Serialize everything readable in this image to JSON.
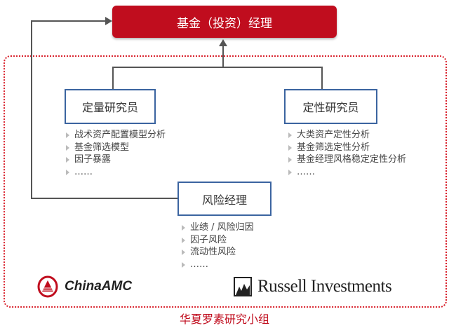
{
  "top_box": "基金（投资）经理",
  "quant": {
    "title": "定量研究员",
    "items": [
      "战术资产配置模型分析",
      "基金筛选模型",
      "因子暴露",
      "……"
    ]
  },
  "qual": {
    "title": "定性研究员",
    "items": [
      "大类资产定性分析",
      "基金筛选定性分析",
      "基金经理风格稳定定性分析",
      "……"
    ]
  },
  "risk": {
    "title": "风险经理",
    "items": [
      "业绩 / 风险归因",
      "因子风险",
      "流动性风险",
      "……"
    ]
  },
  "logos": {
    "chinaamc": "ChinaAMC",
    "russell": "Russell Investments"
  },
  "footer": "华夏罗素研究小组",
  "colors": {
    "accent": "#c00d1e",
    "box_border": "#3b64a0"
  }
}
